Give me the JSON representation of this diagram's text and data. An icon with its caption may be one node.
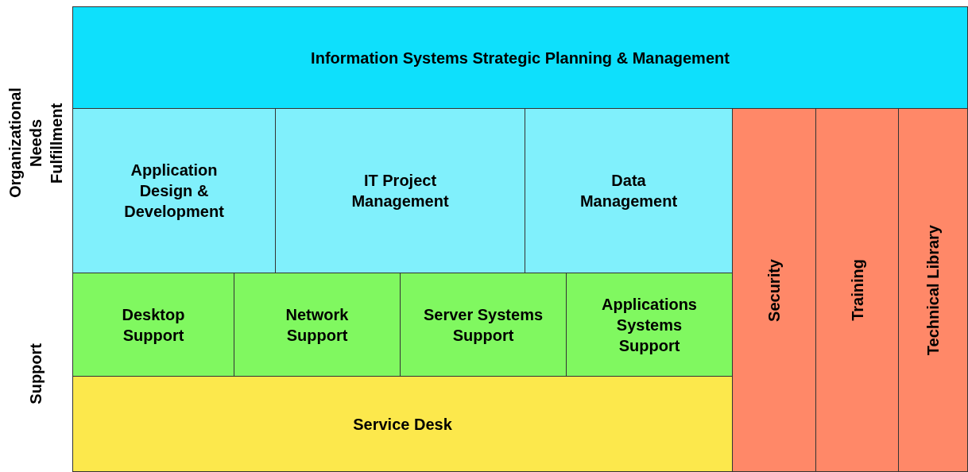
{
  "diagram": {
    "nodes": [
      {
        "text": [
          "Information Systems Strategic Planning & Management"
        ]
      },
      {
        "text": [
          "Application Design & Development"
        ]
      },
      {
        "text": [
          "IT Project Management"
        ]
      },
      {
        "text": [
          "Data Management"
        ]
      },
      {
        "text": [
          "Desktop Support"
        ]
      },
      {
        "text": [
          "Network Support"
        ]
      },
      {
        "text": [
          "Server Systems Support"
        ]
      },
      {
        "text": [
          "Applications Systems Support"
        ]
      },
      {
        "text": [
          "Service Desk"
        ]
      },
      {
        "text": [
          "Security"
        ]
      },
      {
        "text": [
          "Training"
        ]
      },
      {
        "text": [
          "Technical Library"
        ]
      }
    ],
    "labels": [
      "Organizational Needs Fulfillment",
      "Support"
    ]
  }
}
